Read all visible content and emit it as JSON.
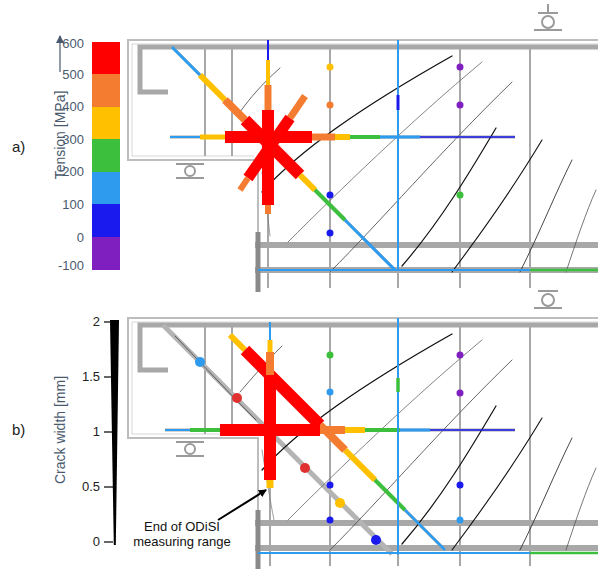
{
  "diagram": {
    "labels": [
      "Tension [MPa]",
      "600",
      "500",
      "400",
      "300",
      "200",
      "100",
      "0",
      "-100",
      "a)",
      "Crack width [mm]",
      "2",
      "1.5",
      "1",
      "0.5",
      "0",
      "b)",
      "End of ODiSI measuring range"
    ]
  }
}
